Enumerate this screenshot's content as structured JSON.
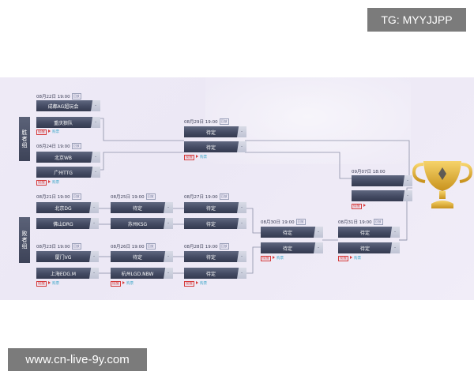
{
  "watermarks": {
    "top": "TG: MYYJJPP",
    "bottom": "www.cn-live-9y.com"
  },
  "groups": {
    "winners": "胜者组",
    "losers": "败者组"
  },
  "tags": {
    "rec": "回放",
    "remind": "提醒",
    "ticket": "购票"
  },
  "pending": "待定",
  "matches": {
    "w1": {
      "date": "08月22日 19:00",
      "t1": "成都AG超玩会",
      "t2": "重庆狼队"
    },
    "w2": {
      "date": "08月24日 19:00",
      "t1": "北京WB",
      "t2": "广州TTG"
    },
    "wf": {
      "date": "08月29日 19:00",
      "t1": "待定",
      "t2": "待定"
    },
    "l1": {
      "date": "08月21日 19:00",
      "t1": "北京DG",
      "t2": "佛山DRG"
    },
    "l2": {
      "date": "08月23日 19:00",
      "t1": "厦门VG",
      "t2": "上海EDG.M"
    },
    "l3": {
      "date": "08月25日 19:00",
      "t1": "待定",
      "t2": "苏州KSG"
    },
    "l4": {
      "date": "08月26日 19:00",
      "t1": "待定",
      "t2": "杭州LGD.NBW"
    },
    "l5": {
      "date": "08月27日 19:00",
      "t1": "待定",
      "t2": "待定"
    },
    "l6": {
      "date": "08月28日 19:00",
      "t1": "待定",
      "t2": "待定"
    },
    "l7": {
      "date": "08月30日 19:00",
      "t1": "待定",
      "t2": "待定"
    },
    "lf": {
      "date": "08月31日 19:00",
      "t1": "待定",
      "t2": "待定"
    },
    "gf": {
      "date": "09月07日 18:00",
      "t1": "",
      "t2": ""
    }
  },
  "score_placeholder": "-",
  "colors": {
    "accent_red": "#d63a3a",
    "team_bar": "#434a62",
    "trophy": "#e8b73a"
  }
}
